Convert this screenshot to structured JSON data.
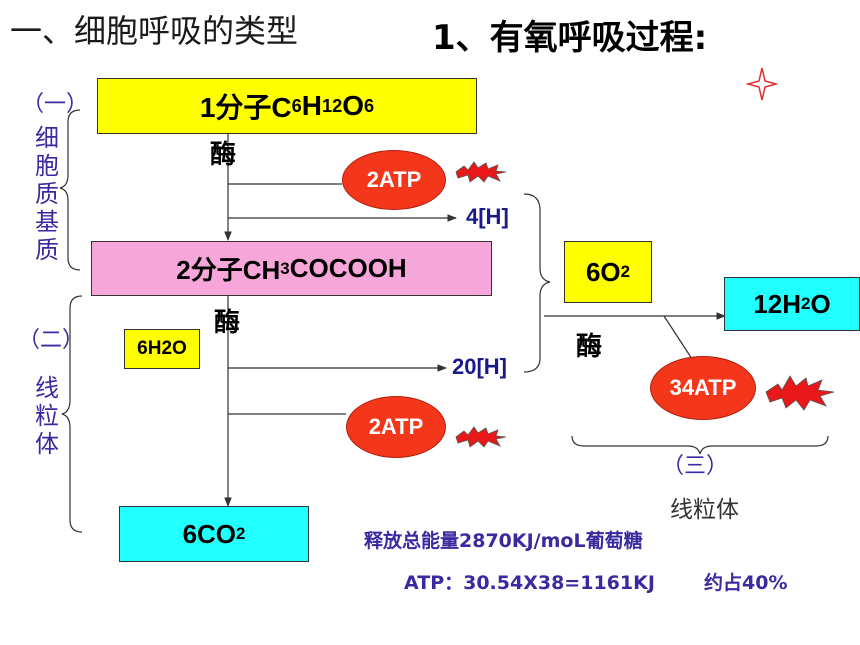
{
  "title": {
    "left": "一、细胞呼吸的类型",
    "right": "1、有氧呼吸过程:"
  },
  "stage_labels": {
    "one": "（一）",
    "two": "（二）",
    "three": "（三）"
  },
  "locations": {
    "stage_one": [
      "细",
      "胞",
      "质",
      "基",
      "质"
    ],
    "stage_two": [
      "线",
      "粒",
      "体"
    ],
    "stage_three": "线粒体"
  },
  "boxes": {
    "glucose": {
      "prefix": "1分子C",
      "sub1": "6",
      "mid1": "H",
      "sub2": "12",
      "mid2": "O",
      "sub3": "6"
    },
    "pyruvate": {
      "prefix": "2分子CH",
      "sub1": "3",
      "suffix": "COCOOH"
    },
    "water_in": {
      "prefix": "6H",
      "sub1": "2",
      "suffix": "O"
    },
    "oxygen": {
      "prefix": "6O",
      "sub1": "2"
    },
    "water_out": {
      "prefix": "12H",
      "sub1": "2",
      "suffix": "O"
    },
    "co2": {
      "prefix": "6CO",
      "sub1": "2"
    }
  },
  "enzyme": "酶",
  "atp": {
    "stage1": "2ATP",
    "stage2": "2ATP",
    "stage3": "34ATP"
  },
  "hydrogen": {
    "stage1": "4[H]",
    "stage2": "20[H]"
  },
  "notes": {
    "energy": "释放总能量2870KJ/moL葡萄糖",
    "atp_calc": "ATP：30.54X38=1161KJ",
    "ratio": "约占40%"
  },
  "colors": {
    "yellow": "#ffff00",
    "pink": "#f6a6d8",
    "cyan": "#22ffff",
    "atp_red": "#f4361a"
  }
}
